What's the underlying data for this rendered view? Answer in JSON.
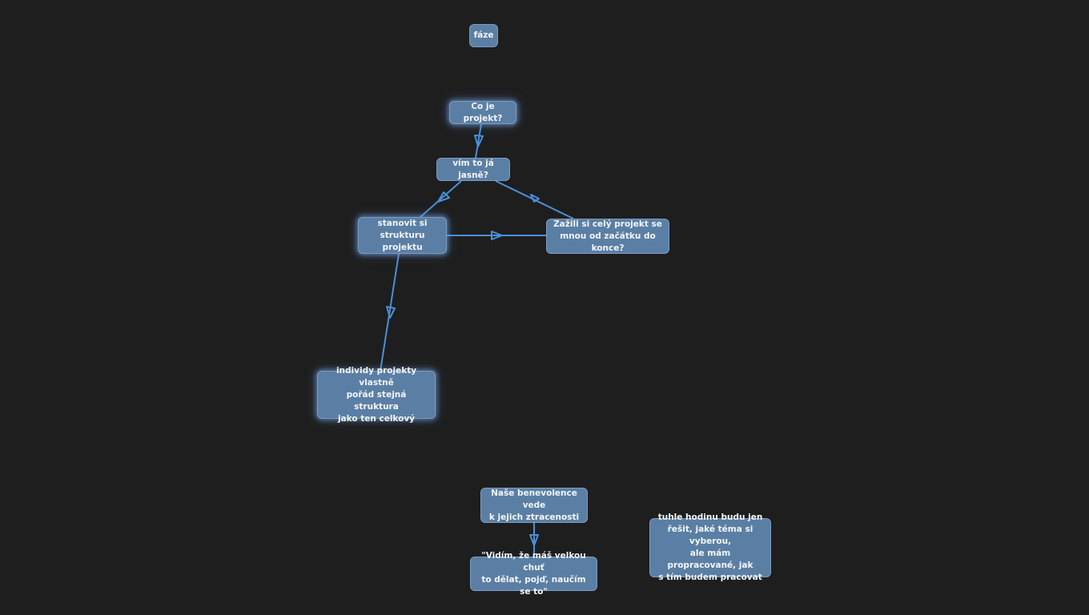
{
  "colors": {
    "background": "#1e1e1e",
    "node_fill": "#5b7fa4",
    "node_border": "#7a9cc0",
    "node_text": "#f2f5f9",
    "edge": "#4a90d9"
  },
  "nodes": {
    "faze": "fáze",
    "co_je_projekt": "Co je projekt?",
    "vim_to": "vím to já jasně?",
    "stanovit": "stanovit si\nstrukturu projektu",
    "zazili": "Zažili si celý projekt se\nmnou od začátku do konce?",
    "individy": "individy projekty vlastně\npořád stejná struktura\njako ten celkový",
    "nase": "Naše benevolence vede\nk jejich ztracenosti",
    "vidim": "\"Vidím, že máš velkou chuť\nto dělat, pojď, naučím se to\"",
    "tuhle": "tuhle hodinu budu jen\nřešit, jaké téma si vyberou,\nale mám propracované, jak\ns tím budem pracovat"
  }
}
